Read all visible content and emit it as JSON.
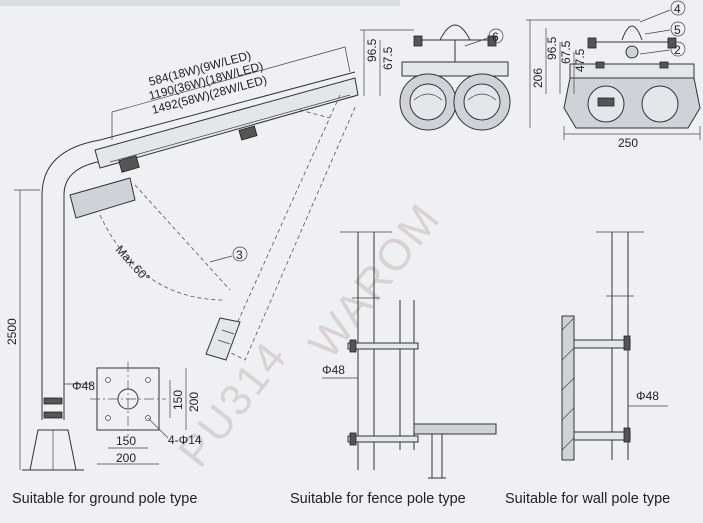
{
  "watermark": "WAROM",
  "watermark_code": "PU314",
  "lamp": {
    "length_lines": [
      "584(18W)(9W/LED)",
      "1190(36W)(18W/LED)",
      "1492(58W)(28W/LED)"
    ],
    "angle_label": "Max.60°",
    "callout_lamp": "3"
  },
  "ground_pole": {
    "height": "2500",
    "pipe_dia": "Φ48",
    "base_inner_h": "150",
    "base_outer_h": "200",
    "base_inner_w": "150",
    "base_outer_w": "200",
    "holes": "4-Φ14",
    "caption": "Suitable for ground pole type"
  },
  "front_view": {
    "dim_outer": "96.5",
    "dim_inner": "67.5",
    "callout": "6"
  },
  "side_view": {
    "height": "206",
    "dim_outer": "96.5",
    "dim_mid": "67.5",
    "dim_inner": "47.5",
    "width": "250",
    "callouts": [
      "4",
      "5",
      "2"
    ]
  },
  "fence_pole": {
    "pipe_dia": "Φ48",
    "caption": "Suitable for fence pole type"
  },
  "wall_pole": {
    "pipe_dia": "Φ48",
    "caption": "Suitable for wall pole type"
  }
}
